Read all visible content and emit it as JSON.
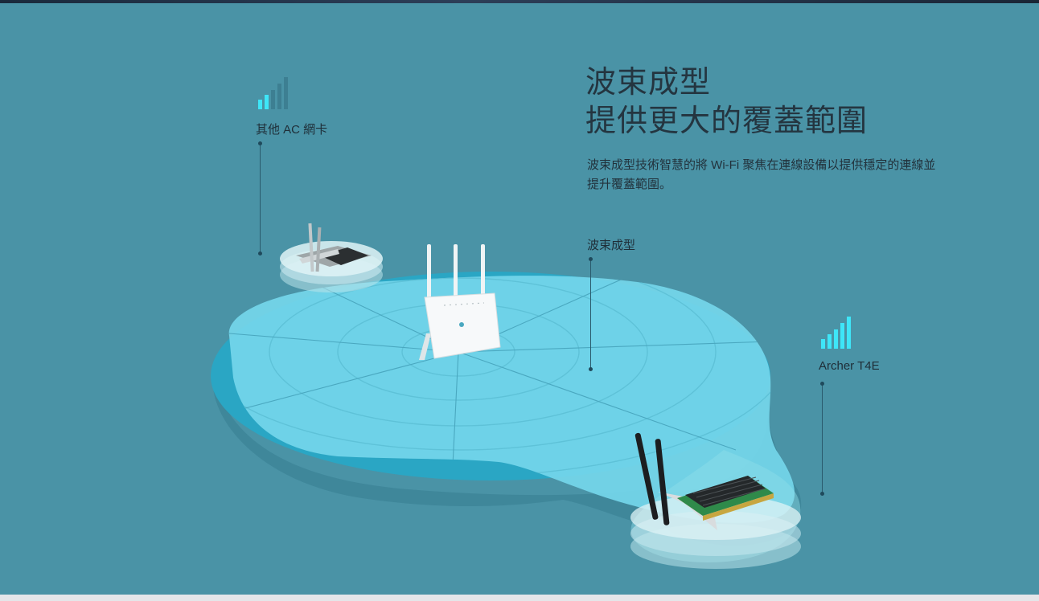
{
  "headline": {
    "line1": "波束成型",
    "line2": "提供更大的覆蓋範圍"
  },
  "description": "波束成型技術智慧的將 Wi-Fi 聚焦在連線設備以提供穩定的連線並提升覆蓋範圍。",
  "labels": {
    "other_adapter": "其他 AC 網卡",
    "beamforming": "波束成型",
    "archer": "Archer T4E"
  },
  "signal": {
    "other_adapter_level": 0.4,
    "archer_level": 1.0
  },
  "colors": {
    "background": "#4a93a6",
    "coverage": "#74d6ea",
    "coverage_dark": "#2aa6c4",
    "signal_on": "#3ee6f8",
    "signal_off": "#3d7f92",
    "text": "#243540"
  }
}
